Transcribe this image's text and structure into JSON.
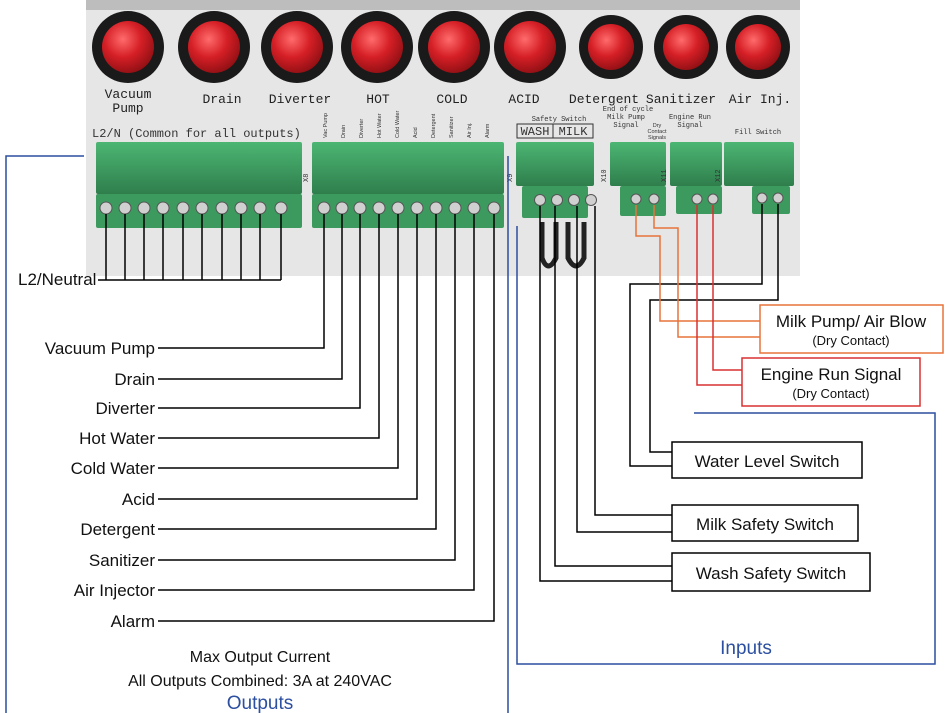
{
  "buttons": [
    {
      "label_lines": [
        "Vacuum",
        "Pump"
      ]
    },
    {
      "label_lines": [
        "Drain"
      ]
    },
    {
      "label_lines": [
        "Diverter"
      ]
    },
    {
      "label_lines": [
        "HOT"
      ]
    },
    {
      "label_lines": [
        "COLD"
      ]
    },
    {
      "label_lines": [
        "ACID"
      ]
    },
    {
      "label_lines": [
        "Detergent"
      ]
    },
    {
      "label_lines": [
        "Sanitizer"
      ]
    },
    {
      "label_lines": [
        "Air Inj."
      ]
    }
  ],
  "panel": {
    "common_label": "L2/N (Common for all outputs)",
    "safety_switch_label": "Safety Switch",
    "wash_label": "WASH",
    "milk_label": "MILK",
    "end_of_cycle_label": "End of cycle",
    "milk_pump_signal_label": [
      "Milk Pump",
      "Signal"
    ],
    "dry_contact_signals_label": [
      "Dry",
      "Contact",
      "Signals"
    ],
    "engine_run_signal_label": [
      "Engine Run",
      "Signal"
    ],
    "fill_switch_label": "Fill Switch",
    "connector_codes": [
      "X8",
      "X9",
      "X10",
      "X11",
      "X12"
    ],
    "x8_pin_labels": [
      "Vac Pump",
      "Drain",
      "Diverter",
      "Hot Water",
      "Cold Water",
      "Acid",
      "Detergent",
      "Sanitizer",
      "Air Inj.",
      "Alarm"
    ]
  },
  "outputs": {
    "common_label": "L2/Neutral",
    "items": [
      "Vacuum Pump",
      "Drain",
      "Diverter",
      "Hot Water",
      "Cold Water",
      "Acid",
      "Detergent",
      "Sanitizer",
      "Air Injector",
      "Alarm"
    ],
    "note_line1": "Max Output Current",
    "note_line2": "All Outputs Combined: 3A at 240VAC",
    "group_label": "Outputs",
    "group_color": "#2c4fa1"
  },
  "inputs": {
    "milk_pump_air_blow": "Milk Pump/ Air Blow",
    "milk_pump_dry_contact": "(Dry Contact)",
    "engine_run_signal": "Engine Run Signal",
    "engine_run_dry_contact": "(Dry Contact)",
    "water_level_switch": "Water Level Switch",
    "milk_safety_switch": "Milk Safety Switch",
    "wash_safety_switch": "Wash Safety Switch",
    "group_label": "Inputs",
    "group_color": "#2c4fa1",
    "milk_pump_color": "#e8733a",
    "engine_run_color": "#d93030"
  },
  "colors": {
    "panel_bg": "#e6e6e6",
    "terminal_green": "#3c9a5f",
    "button_red": "#d51f26",
    "button_ring": "#1a1a1a",
    "wire": "#000000"
  }
}
